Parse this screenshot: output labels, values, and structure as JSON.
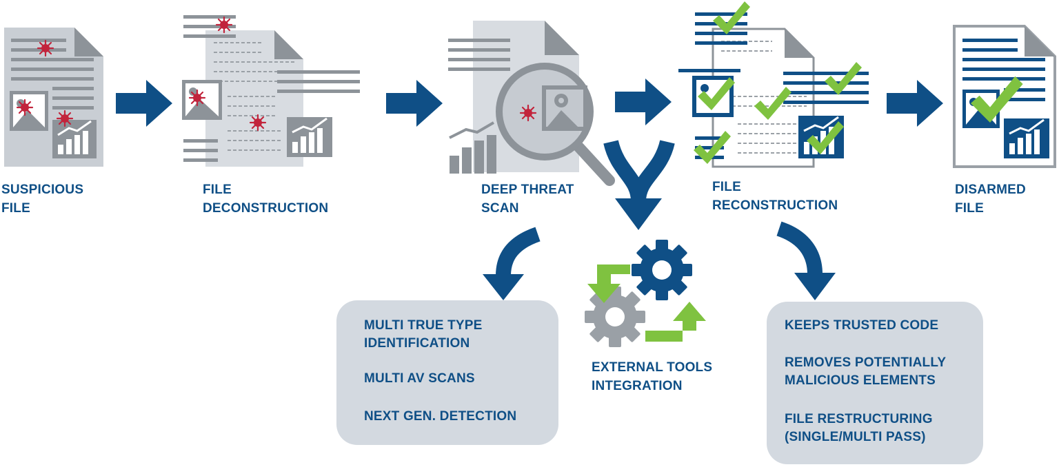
{
  "stages": [
    {
      "id": "suspicious",
      "label": "SUSPICIOUS\nFILE"
    },
    {
      "id": "deconstruction",
      "label": "FILE\nDECONSTRUCTION"
    },
    {
      "id": "scan",
      "label": "DEEP THREAT\nSCAN"
    },
    {
      "id": "reconstruction",
      "label": "FILE\nRECONSTRUCTION"
    },
    {
      "id": "disarmed",
      "label": "DISARMED\nFILE"
    }
  ],
  "external_tools": {
    "label": "EXTERNAL TOOLS\nINTEGRATION"
  },
  "scan_details": [
    "MULTI TRUE TYPE\nIDENTIFICATION",
    "MULTI AV SCANS",
    "NEXT GEN. DETECTION"
  ],
  "reconstruction_details": [
    "KEEPS TRUSTED CODE",
    "REMOVES POTENTIALLY\nMALICIOUS ELEMENTS",
    "FILE RESTRUCTURING\n(SINGLE/MULTI PASS)"
  ],
  "colors": {
    "primary_blue": "#0f4f86",
    "doc_gray": "#c9ced4",
    "doc_dark_gray": "#8d9399",
    "threat_red": "#c2243c",
    "check_green": "#7fc240",
    "panel_gray": "#d3d9e0"
  },
  "icons": [
    "document-icon",
    "virus-icon",
    "image-icon",
    "bar-chart-icon",
    "right-arrow-icon",
    "magnifier-icon",
    "checkmark-icon",
    "gear-icon",
    "cycle-arrow-icon",
    "curved-arrow-icon"
  ]
}
